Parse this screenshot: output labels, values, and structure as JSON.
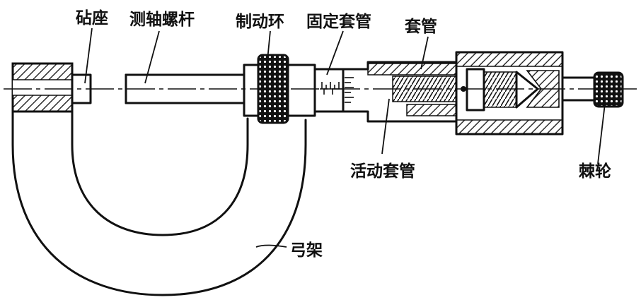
{
  "diagram": {
    "labels": {
      "anvil": "砧座",
      "spindle": "测轴螺杆",
      "lock_ring": "制动环",
      "fixed_sleeve": "固定套管",
      "sleeve": "套管",
      "thimble": "活动套管",
      "ratchet": "棘轮",
      "frame": "弓架"
    },
    "colors": {
      "ink": "#111111",
      "background": "#ffffff"
    }
  }
}
